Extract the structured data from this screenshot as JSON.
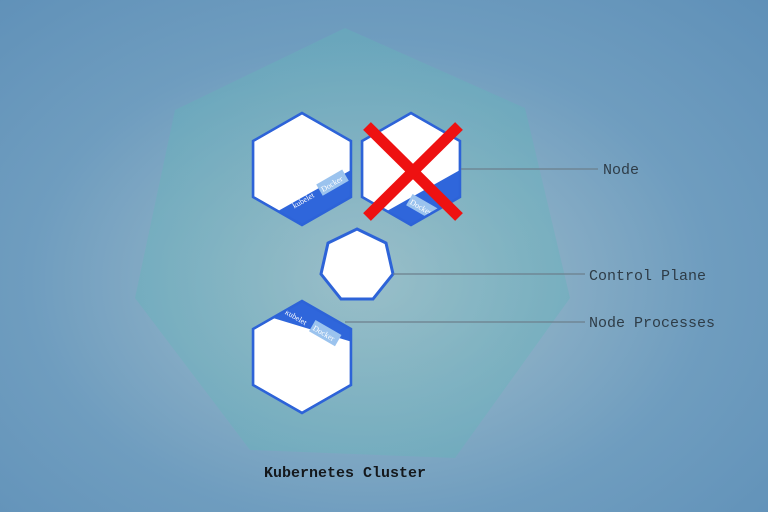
{
  "diagram": {
    "caption": "Kubernetes Cluster",
    "callouts": {
      "node": "Node",
      "control_plane": "Control Plane",
      "node_processes": "Node Processes"
    },
    "node_labels": {
      "kubelet": "kubelet",
      "docker": "Docker"
    },
    "nodes": [
      {
        "id": "node-1",
        "status": "running"
      },
      {
        "id": "node-2",
        "status": "failed"
      },
      {
        "id": "node-3",
        "status": "running"
      }
    ],
    "colors": {
      "node_border": "#2d63d8",
      "node_band": "#2f66db",
      "badge": "#9bc3ee",
      "failure_mark": "#ee1111",
      "cluster_fill": "#66b0bc"
    }
  }
}
